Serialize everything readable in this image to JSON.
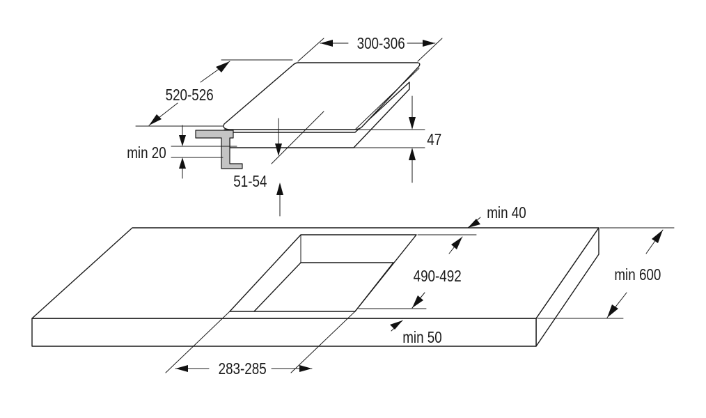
{
  "dimensions": {
    "hob_width": "300-306",
    "hob_depth": "520-526",
    "worktop_gap": "min 20",
    "hob_height": "47",
    "clearance_depth": "51-54",
    "back_distance": "min 40",
    "cutout_depth": "490-492",
    "worktop_depth": "min 600",
    "front_distance": "min 50",
    "cutout_width": "283-285"
  },
  "colors": {
    "line": "#1a1a1a",
    "bracket_fill": "#c4c4c4"
  }
}
